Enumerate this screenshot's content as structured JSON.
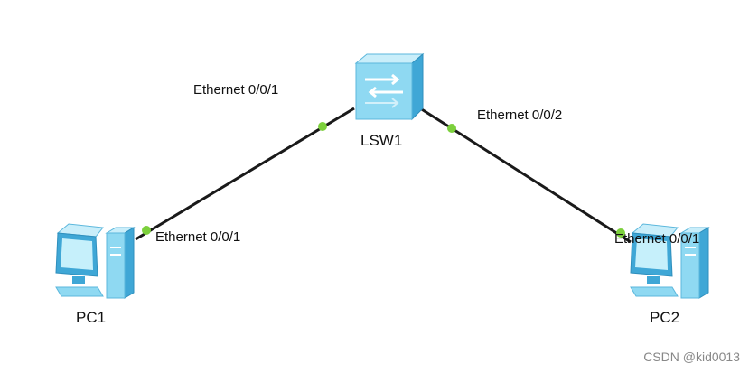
{
  "topology": {
    "devices": {
      "switch": {
        "name": "LSW1",
        "icon": "switch-icon"
      },
      "pc1": {
        "name": "PC1",
        "icon": "pc-icon"
      },
      "pc2": {
        "name": "PC2",
        "icon": "pc-icon"
      }
    },
    "links": [
      {
        "from": "LSW1",
        "from_port": "Ethernet 0/0/1",
        "to": "PC1",
        "to_port": "Ethernet 0/0/1"
      },
      {
        "from": "LSW1",
        "from_port": "Ethernet 0/0/2",
        "to": "PC2",
        "to_port": "Ethernet 0/0/1"
      }
    ]
  },
  "colors": {
    "link": "#1a1a1a",
    "port_up": "#7cd03c",
    "device_face": "#8fd9f2",
    "device_dark": "#3fa7d6"
  },
  "watermark": "CSDN @kid0013"
}
